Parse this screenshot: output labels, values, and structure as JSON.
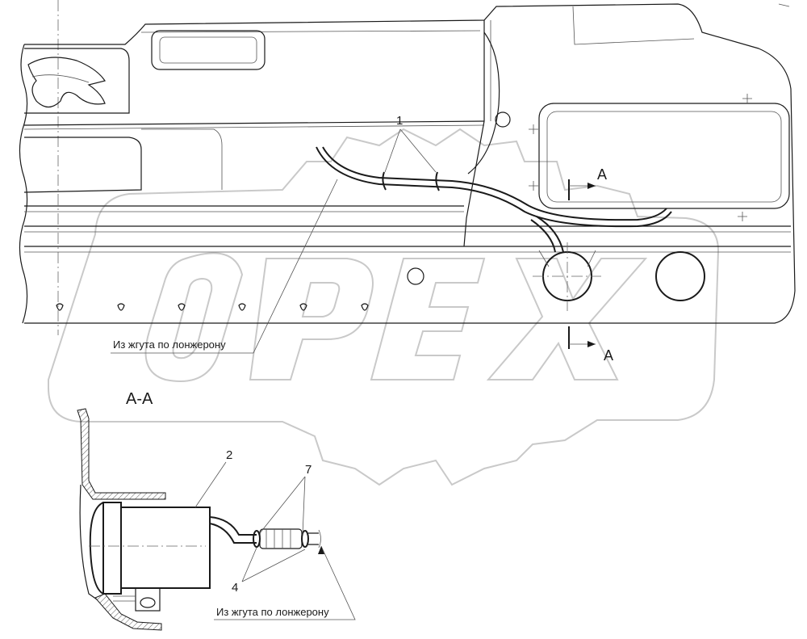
{
  "labels": {
    "callout_1": "1",
    "callout_2": "2",
    "callout_4": "4",
    "callout_7": "7",
    "section_mark_top": "A",
    "section_mark_bottom": "A",
    "section_title": "A-A",
    "harness_note_top": "Из жгута по лонжерону",
    "harness_note_bottom": "Из жгута по лонжерону"
  },
  "watermark": {
    "text": "OPEX"
  }
}
